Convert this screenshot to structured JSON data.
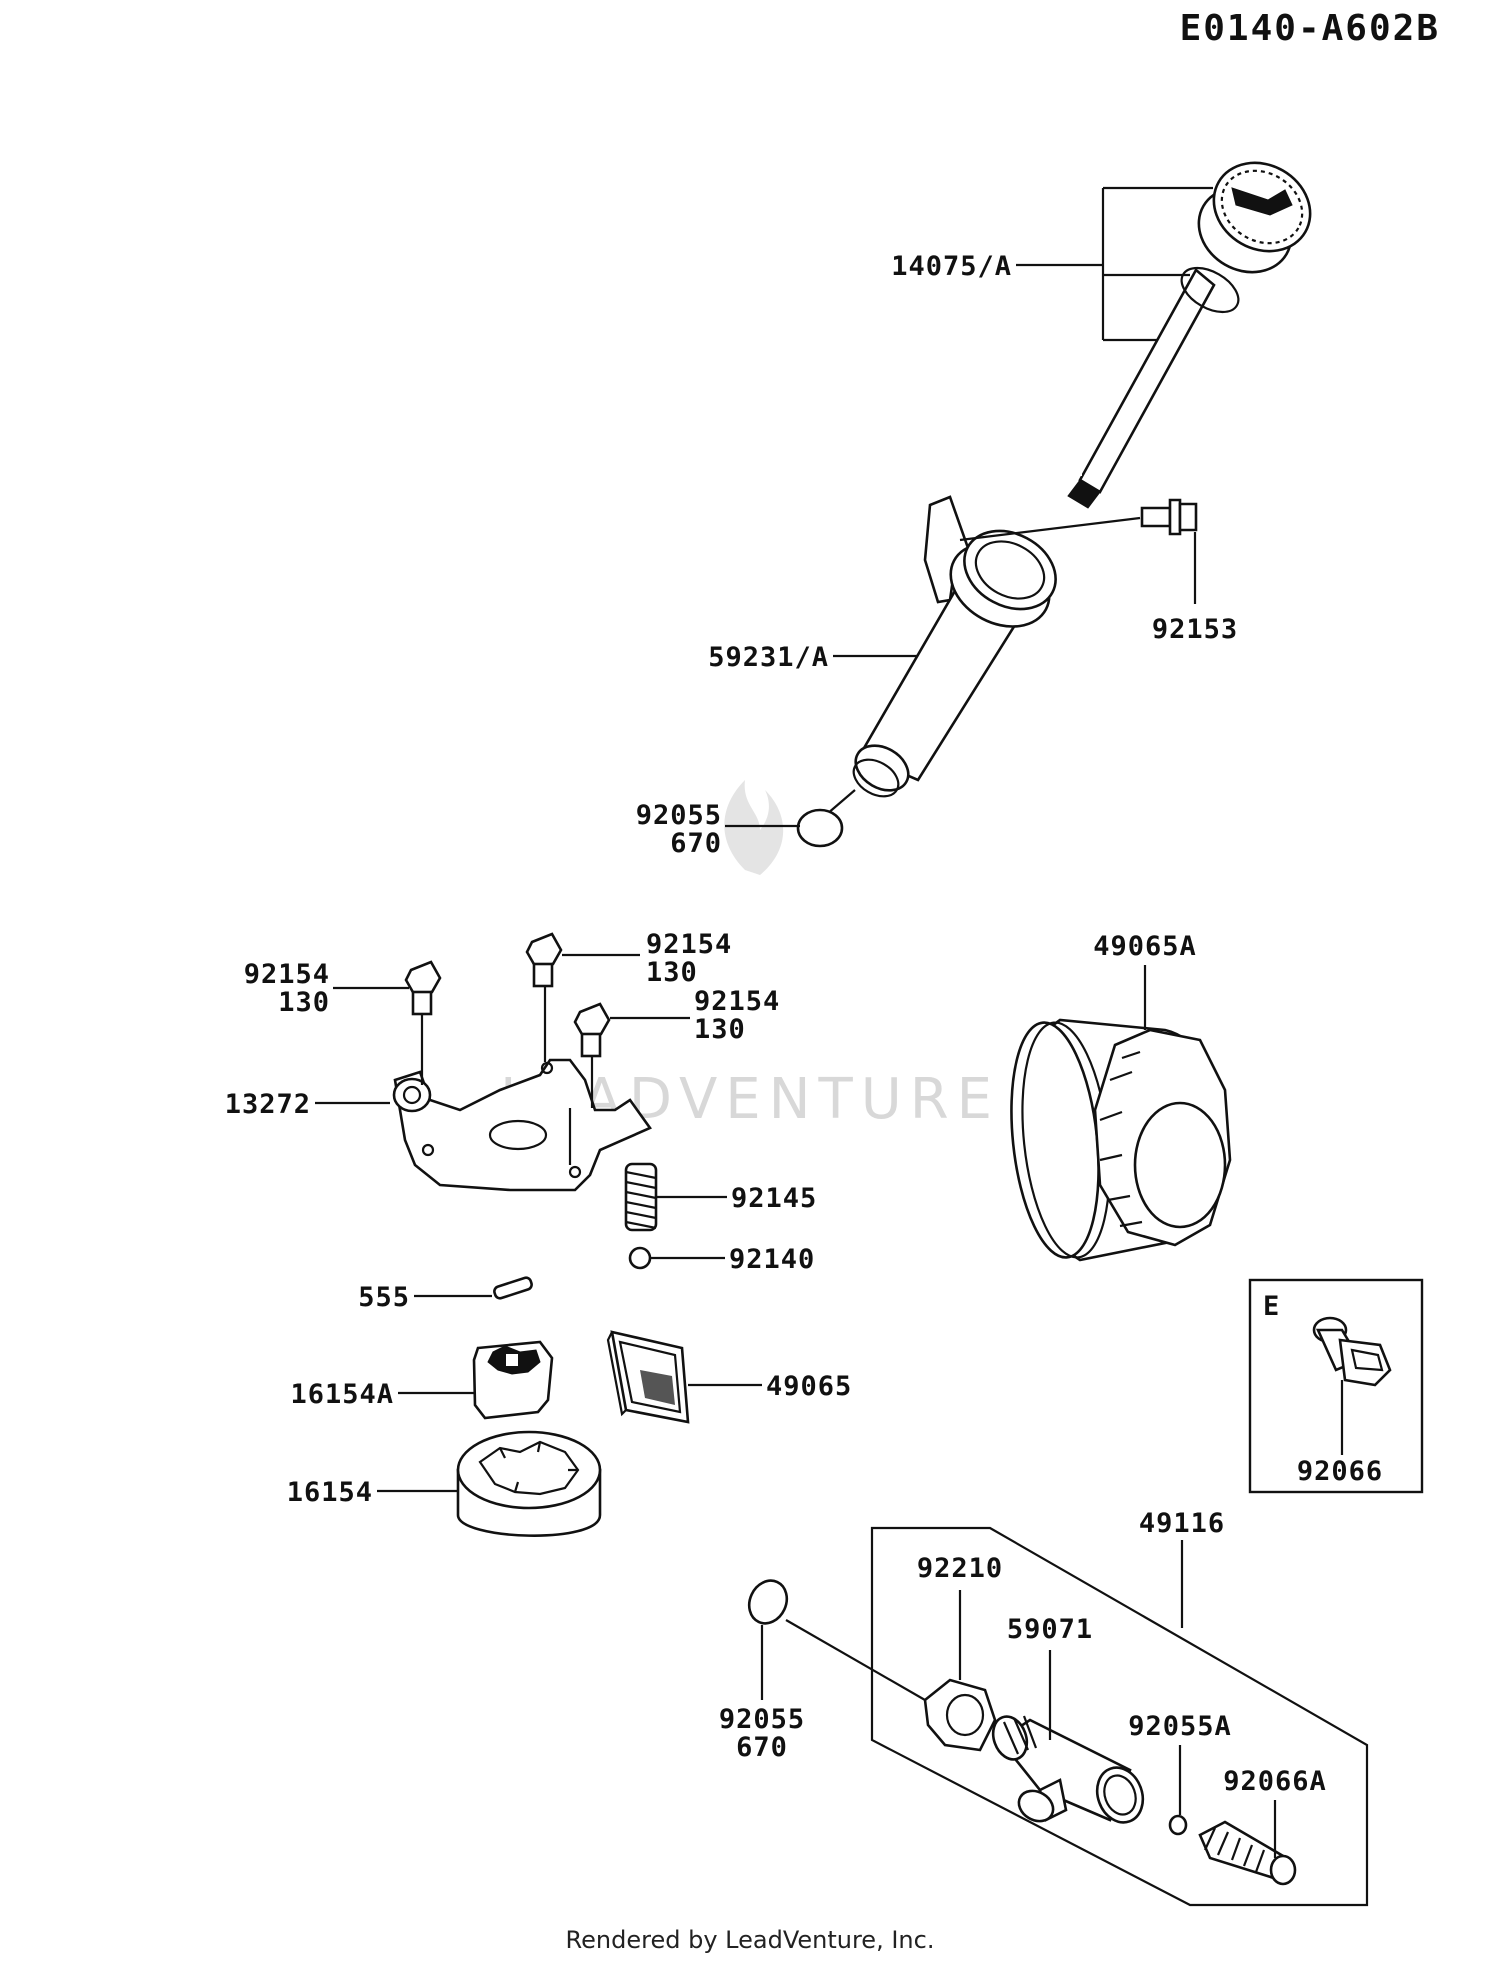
{
  "diagram_id": "E0140-A602B",
  "watermark": "LEADVENTURE",
  "footer": "Rendered by LeadVenture, Inc.",
  "inset_label": "E",
  "callouts": {
    "dipstick": "14075/A",
    "filler_bolt": "92153",
    "filler_tube": "59231/A",
    "tube_oring_a": "92055",
    "tube_oring_b": "670",
    "bolt_left_a": "92154",
    "bolt_left_b": "130",
    "bolt_top_a": "92154",
    "bolt_top_b": "130",
    "bolt_right_a": "92154",
    "bolt_right_b": "130",
    "plate": "13272",
    "spring": "92145",
    "ball": "92140",
    "pin": "555",
    "inner_rotor": "16154A",
    "outer_rotor": "16154",
    "screen": "49065",
    "oil_filter": "49065A",
    "plug": "92066",
    "drain_assembly": "49116",
    "nut": "92210",
    "valve": "59071",
    "drain_oring_a": "92055",
    "drain_oring_b": "670",
    "small_oring": "92055A",
    "drain_plug": "92066A"
  }
}
